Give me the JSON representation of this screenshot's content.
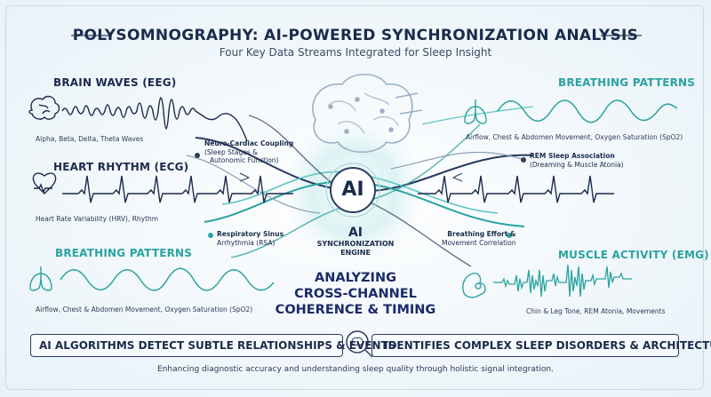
{
  "title": "POLYSOMNOGRAPHY: AI-POWERED SYNCHRONIZATION ANALYSIS",
  "subtitle": "Four Key Data Streams Integrated for Sleep Insight",
  "streams": {
    "eeg": {
      "heading": "BRAIN WAVES (EEG)",
      "caption": "Alpha, Beta, Delta, Theta Waves",
      "icon": "brain-icon"
    },
    "ecg": {
      "heading": "HEART RHYTHM (ECG)",
      "caption": "Heart Rate Variability (HRV), Rhythm",
      "icon": "heart-icon"
    },
    "breathing_left": {
      "heading": "BREATHING PATTERNS",
      "caption": "Airflow, Chest & Abdomen Movement, Oxygen Saturation (SpO2)",
      "icon": "lungs-icon"
    },
    "breathing_right": {
      "heading": "BREATHING PATTERNS",
      "caption": "Airflow, Chest & Abdomen Movement, Oxygen Saturation (SpO2)",
      "icon": "lungs-icon"
    },
    "emg": {
      "heading": "MUSCLE ACTIVITY (EMG)",
      "caption": "Chin & Leg Tone, REM Atonia, Movements",
      "icon": "arm-muscle-icon"
    }
  },
  "annotations": {
    "neuro_cardiac": [
      "Neuro-Cardiac Coupling",
      "(Sleep Stages &",
      "Autonomic Function)"
    ],
    "rem": [
      "REM Sleep Association",
      "(Dreaming & Muscle Atonia)"
    ],
    "rsa": [
      "Respiratory Sinus",
      "Arrhythmia (RSA)"
    ],
    "breathing_effort": [
      "Breathing Effort &",
      "Movement Correlation"
    ]
  },
  "center": {
    "ai_label": "AI",
    "engine_label": "AI",
    "engine_lines": [
      "SYNCHRONIZATION",
      "ENGINE"
    ],
    "analyzing_lines": [
      "ANALYZING",
      "CROSS-CHANNEL",
      "COHERENCE & TIMING"
    ]
  },
  "banners": {
    "left": "AI ALGORITHMS DETECT SUBTLE RELATIONSHIPS & EVENTS",
    "right": "IDENTIFIES COMPLEX SLEEP DISORDERS & ARCHITECTURE",
    "icon": "magnifier-brain-icon"
  },
  "footer": "Enhancing diagnostic accuracy and understanding sleep quality through holistic signal integration.",
  "colors": {
    "navy": "#1a2b4c",
    "teal": "#2aa3a0",
    "light_teal": "#5cc6c2",
    "line_gray": "#8aa0b6"
  }
}
